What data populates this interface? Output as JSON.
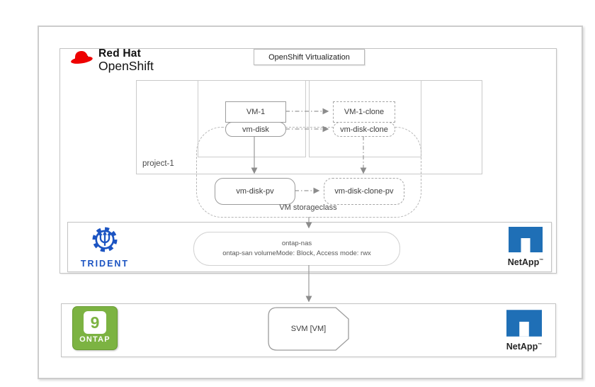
{
  "openshift": {
    "brand_line1": "Red Hat",
    "brand_line2": "OpenShift",
    "badge": "OpenShift Virtualization"
  },
  "project": {
    "label": "project-1",
    "vm1_label": "VM-1",
    "vm_disk_label": "vm-disk",
    "vm1_clone_label": "VM-1-clone",
    "vm_disk_clone_label": "vm-disk-clone"
  },
  "storageclass": {
    "label": "VM storageclass",
    "vm_disk_pv_label": "vm-disk-pv",
    "vm_disk_clone_pv_label": "vm-disk-clone-pv"
  },
  "trident": {
    "wordmark": "TRIDENT",
    "backend_name": "ontap-nas",
    "backend_detail": "ontap-san volumeMode: Block, Access mode: rwx"
  },
  "netapp": {
    "wordmark": "NetApp",
    "trademark": "™"
  },
  "ontap": {
    "version": "9",
    "wordmark": "ONTAP",
    "svm_label": "SVM [VM]"
  },
  "colors": {
    "redhat_red": "#ee0000",
    "redhat_band_black": "#151515",
    "trident_blue": "#1c54c2",
    "netapp_blue": "#1f6fb6",
    "ontap_green": "#7cb342",
    "border_gray": "#c6c6c6",
    "arrow_gray": "#999999",
    "text_dark": "#3c3c3c"
  }
}
